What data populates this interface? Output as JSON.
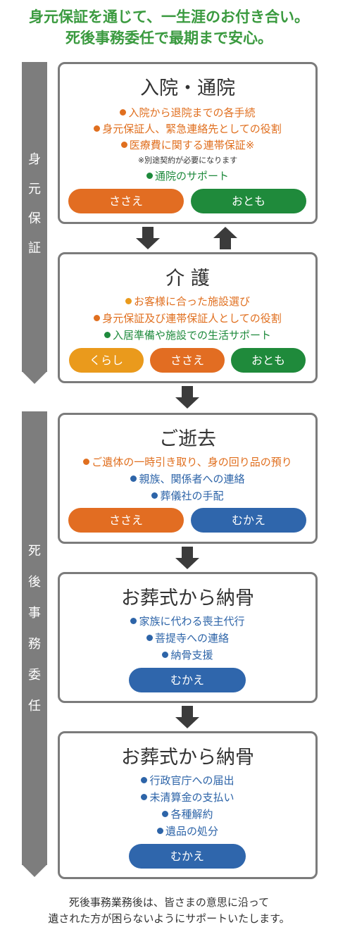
{
  "header": {
    "line1": "身元保証を通じて、一生涯のお付き合い。",
    "line2": "死後事務委任で最期まで安心。"
  },
  "side_bars": {
    "identity": [
      "身",
      "元",
      "保",
      "証"
    ],
    "posthumous": [
      "死",
      "後",
      "事",
      "務",
      "委",
      "任"
    ],
    "color": "#7d7d7d"
  },
  "cards": {
    "hospital": {
      "title": "入院・通院",
      "items": [
        "入院から退院までの各手続",
        "身元保証人、緊急連絡先としての役割",
        "医療費に関する連帯保証※"
      ],
      "note": "※別途契約が必要になります",
      "extra_item": "通院のサポート",
      "buttons": [
        "ささえ",
        "おとも"
      ]
    },
    "care": {
      "title": "介 護",
      "items": [
        "お客様に合った施設選び",
        "身元保証及び連帯保証人としての役割",
        "入居準備や施設での生活サポート"
      ],
      "buttons": [
        "くらし",
        "ささえ",
        "おとも"
      ]
    },
    "death": {
      "title": "ご逝去",
      "items": [
        "ご遺体の一時引き取り、身の回り品の預り",
        "親族、関係者への連絡",
        "葬儀社の手配"
      ],
      "buttons": [
        "ささえ",
        "むかえ"
      ]
    },
    "funeral1": {
      "title": "お葬式から納骨",
      "items": [
        "家族に代わる喪主代行",
        "菩提寺への連絡",
        "納骨支援"
      ],
      "buttons": [
        "むかえ"
      ]
    },
    "funeral2": {
      "title": "お葬式から納骨",
      "items": [
        "行政官庁への届出",
        "未清算金の支払い",
        "各種解約",
        "遺品の処分"
      ],
      "buttons": [
        "むかえ"
      ]
    }
  },
  "footer": {
    "line1": "死後事務業務後は、皆さまの意思に沿って",
    "line2": "遺された方が困らないようにサポートいたします。"
  },
  "colors": {
    "heading_green": "#3a9a3f",
    "orange": "#e26d22",
    "green": "#1f8a3b",
    "blue": "#2f66ac",
    "yellow": "#ea9a1c"
  }
}
